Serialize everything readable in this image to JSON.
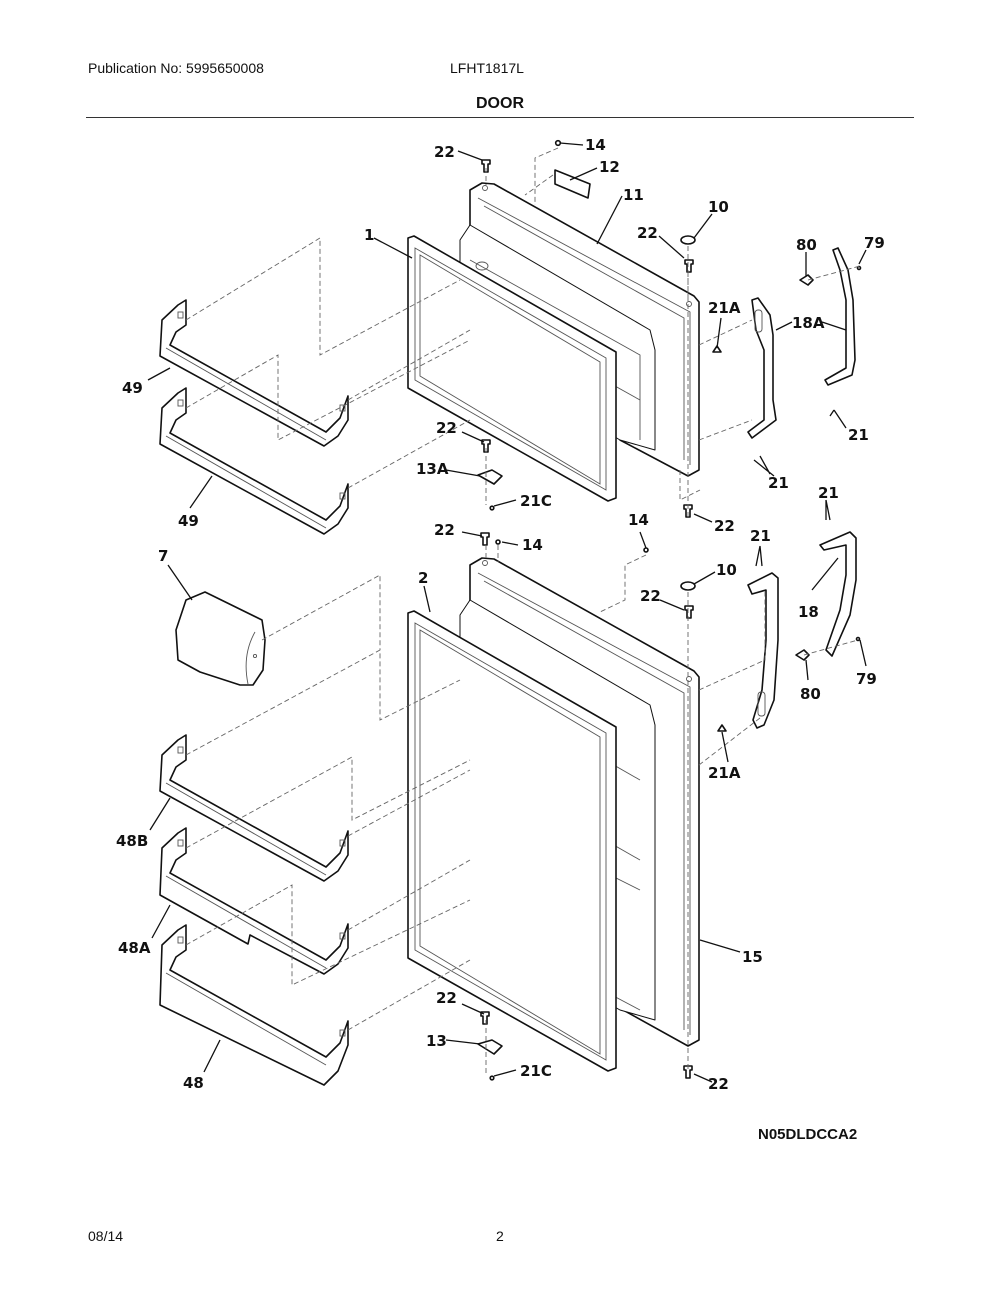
{
  "header": {
    "publication": "Publication No: 5995650008",
    "model": "LFHT1817L",
    "section_title": "DOOR"
  },
  "diagram": {
    "code": "N05DLDCCA2",
    "callouts": {
      "c22a": "22",
      "c14a": "14",
      "c12": "12",
      "c11": "11",
      "c10a": "10",
      "c22b": "22",
      "c1": "1",
      "c80a": "80",
      "c79a": "79",
      "c21Aa": "21A",
      "c18A": "18A",
      "c49a": "49",
      "c49b": "49",
      "c21a": "21",
      "c21b": "21",
      "c22c": "22",
      "c13A": "13A",
      "c21Ca": "21C",
      "c22d": "22",
      "c22e": "22",
      "c14b": "14",
      "c14c": "14",
      "c21c": "21",
      "c21d": "21",
      "c7": "7",
      "c2": "2",
      "c10b": "10",
      "c22f": "22",
      "c18": "18",
      "c80b": "80",
      "c79b": "79",
      "c21Ab": "21A",
      "c48B": "48B",
      "c48A": "48A",
      "c15": "15",
      "c22g": "22",
      "c13": "13",
      "c21Cb": "21C",
      "c22h": "22",
      "c48": "48"
    }
  },
  "footer": {
    "date": "08/14",
    "page": "2"
  }
}
